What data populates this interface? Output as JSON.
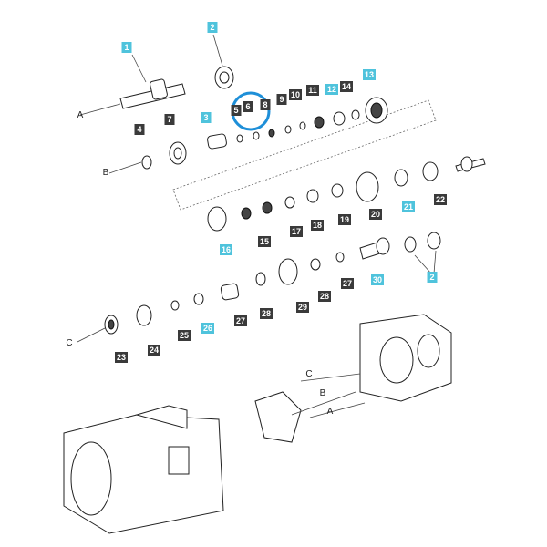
{
  "labels": [
    {
      "text": "1",
      "color": "#4fc3dc"
    },
    {
      "text": "2",
      "color": "#4fc3dc"
    },
    {
      "text": "3",
      "color": "#4fc3dc"
    },
    {
      "text": "4",
      "color": "#3a3a3a"
    },
    {
      "text": "5",
      "color": "#3a3a3a"
    },
    {
      "text": "6",
      "color": "#3a3a3a"
    },
    {
      "text": "7",
      "color": "#3a3a3a"
    },
    {
      "text": "8",
      "color": "#3a3a3a"
    },
    {
      "text": "9",
      "color": "#3a3a3a"
    },
    {
      "text": "10",
      "color": "#3a3a3a"
    },
    {
      "text": "11",
      "color": "#3a3a3a"
    },
    {
      "text": "12",
      "color": "#4fc3dc"
    },
    {
      "text": "13",
      "color": "#4fc3dc"
    },
    {
      "text": "14",
      "color": "#3a3a3a"
    },
    {
      "text": "15",
      "color": "#3a3a3a"
    },
    {
      "text": "16",
      "color": "#4fc3dc"
    },
    {
      "text": "17",
      "color": "#3a3a3a"
    },
    {
      "text": "18",
      "color": "#3a3a3a"
    },
    {
      "text": "19",
      "color": "#3a3a3a"
    },
    {
      "text": "20",
      "color": "#3a3a3a"
    },
    {
      "text": "21",
      "color": "#4fc3dc"
    },
    {
      "text": "22",
      "color": "#3a3a3a"
    },
    {
      "text": "2",
      "color": "#4fc3dc"
    },
    {
      "text": "23",
      "color": "#3a3a3a"
    },
    {
      "text": "24",
      "color": "#3a3a3a"
    },
    {
      "text": "25",
      "color": "#3a3a3a"
    },
    {
      "text": "26",
      "color": "#4fc3dc"
    },
    {
      "text": "27",
      "color": "#3a3a3a"
    },
    {
      "text": "27",
      "color": "#3a3a3a"
    },
    {
      "text": "28",
      "color": "#3a3a3a"
    },
    {
      "text": "28",
      "color": "#3a3a3a"
    },
    {
      "text": "29",
      "color": "#3a3a3a"
    },
    {
      "text": "30",
      "color": "#4fc3dc"
    }
  ],
  "letters": [
    "A",
    "B",
    "C",
    "C",
    "B",
    "A"
  ],
  "highlight_color": "#1e8fd8"
}
